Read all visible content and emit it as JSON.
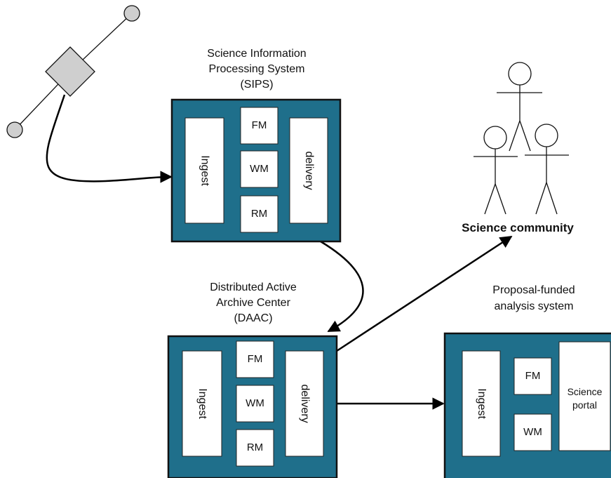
{
  "sips": {
    "title_lines": [
      "Science Information",
      "Processing System",
      "(SIPS)"
    ],
    "ingest": "Ingest",
    "fm": "FM",
    "wm": "WM",
    "rm": "RM",
    "delivery": "delivery"
  },
  "daac": {
    "title_lines": [
      "Distributed Active",
      "Archive Center",
      "(DAAC)"
    ],
    "ingest": "Ingest",
    "fm": "FM",
    "wm": "WM",
    "rm": "RM",
    "delivery": "delivery"
  },
  "analysis": {
    "title_lines": [
      "Proposal-funded",
      "analysis system"
    ],
    "ingest": "Ingest",
    "fm": "FM",
    "wm": "WM",
    "portal_lines": [
      "Science",
      "portal"
    ]
  },
  "community": {
    "label": "Science community"
  },
  "colors": {
    "frame": "#1f6f8b",
    "satellite_body": "#cfcfcf"
  }
}
